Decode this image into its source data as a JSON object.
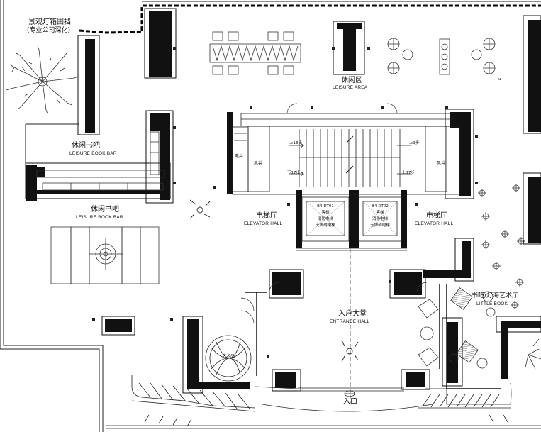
{
  "labels": {
    "lightbox_note_1": "景观灯箱围挡",
    "lightbox_note_2": "(专业公司深化)",
    "leisure_area_cn": "休闲区",
    "leisure_area_en": "LEISURE AREA",
    "book_bar_upper_cn": "休闲书吧",
    "book_bar_upper_en": "LEISURE BOOK BAR",
    "book_bar_lower_cn": "休闲书吧",
    "book_bar_lower_en": "LEISURE BOOK BAR",
    "elevator_left_cn": "电梯厅",
    "elevator_left_en": "ELEVATOR HALL",
    "elevator_right_cn": "电梯厅",
    "elevator_right_en": "ELEVATOR HALL",
    "electric_shaft": "电井",
    "air_shaft_left": "风井",
    "air_shaft_right": "风井",
    "stair_up_18": "上18步",
    "stair_down_17": "下17步",
    "stair_up_3": "上3步",
    "stair_up_17": "上17步",
    "lift1_code": "B4-DT01",
    "lift1_l1": "客梯",
    "lift1_l2": "消防电梯",
    "lift1_l3": "无障碍电梯",
    "lift2_code": "B4-DT02",
    "lift2_l1": "客梯",
    "lift2_l2": "消防电梯",
    "lift2_l3": "无障碍电梯",
    "lobby_cn": "入户大堂",
    "lobby_en": "ENTRANCE HALL",
    "art_piece": "艺术品",
    "entrance": "入口",
    "little_book_cn": "书吧/灯海艺术厅",
    "little_book_en": "LITTLE BOOK",
    "u_mark": "u"
  }
}
